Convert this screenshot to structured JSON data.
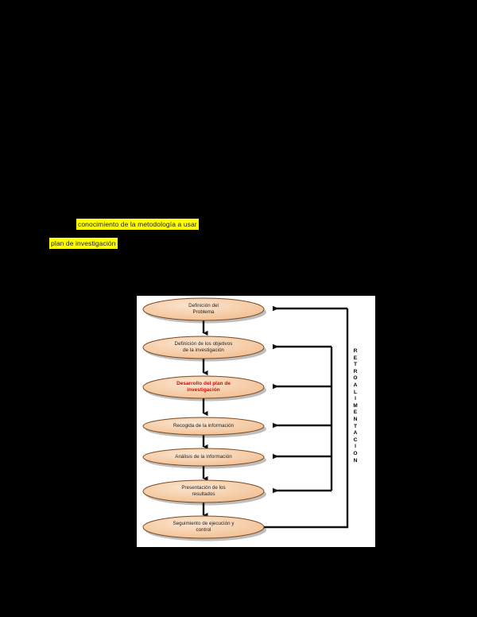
{
  "page": {
    "background_color": "#000000",
    "panel_background": "#ffffff"
  },
  "notes": {
    "highlight_color": "#ffff00",
    "line1": "conocimiento de la metodología a usar",
    "line2": "plan de investigación"
  },
  "diagram": {
    "title": "",
    "node_fill": "#f5cba7",
    "node_stroke": "#7a4a20",
    "accent_color": "#e00000",
    "connector_color": "#111111",
    "feedback_label": "RETROALIMENTACION",
    "feedback_letters": [
      "R",
      "E",
      "T",
      "R",
      "O",
      "A",
      "L",
      "I",
      "M",
      "E",
      "N",
      "T",
      "A",
      "C",
      "I",
      "O",
      "N"
    ],
    "nodes": [
      {
        "id": "definicion-problema",
        "lines": [
          "Definición del",
          "Problema"
        ],
        "accent": false
      },
      {
        "id": "definicion-objetivos",
        "lines": [
          "Definición de los objetivos",
          "de la investigación"
        ],
        "accent": false
      },
      {
        "id": "desarrollo-plan",
        "lines": [
          "Desarrollo del plan de",
          "investigación"
        ],
        "accent": true
      },
      {
        "id": "recogida-informacion",
        "lines": [
          "Recogida de la información"
        ],
        "accent": false
      },
      {
        "id": "analisis-informacion",
        "lines": [
          "Análisis de la información"
        ],
        "accent": false
      },
      {
        "id": "presentacion-resultados",
        "lines": [
          "Presentación de los",
          "resultados"
        ],
        "accent": false
      },
      {
        "id": "seguimiento-control",
        "lines": [
          "Seguimiento de ejecución y",
          "control"
        ],
        "accent": false
      }
    ]
  }
}
